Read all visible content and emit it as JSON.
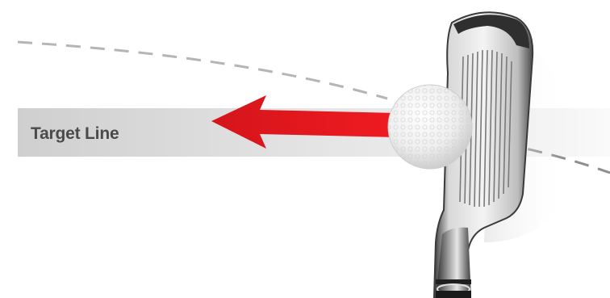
{
  "target_line": {
    "label": "Target Line"
  },
  "colors": {
    "band": "#d9d9d9",
    "arrow": "#e0151b",
    "label": "#4a4a4a",
    "ball": "#f2f2f2",
    "club_dark": "#2b2b2b",
    "club_silver": "#c9c9c9"
  },
  "icons": {
    "arrow": "red-direction-arrow",
    "ball": "golf-ball",
    "club": "iron-clubhead",
    "path": "dashed-ball-flight-path"
  }
}
